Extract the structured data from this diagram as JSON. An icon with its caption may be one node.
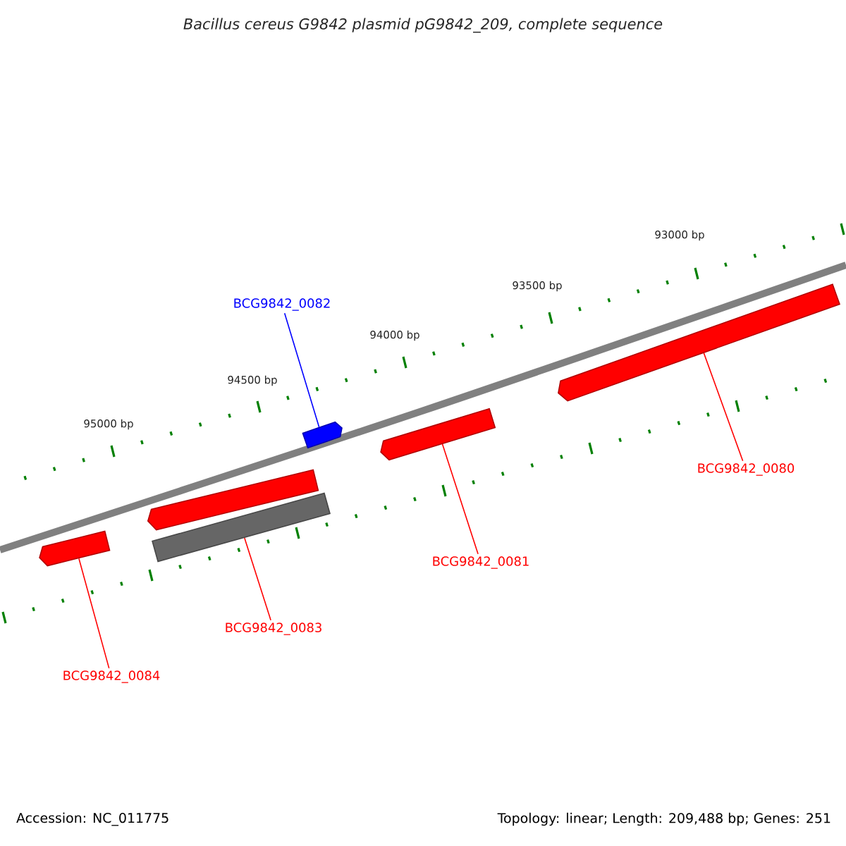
{
  "diagram": {
    "title": "Bacillus cereus G9842 plasmid pG9842_209, complete sequence",
    "nodes": [
      {
        "text": [
          "BCG9842_0082"
        ]
      },
      {
        "text": [],
        "shape": "pentagon"
      },
      {
        "text": [],
        "shape": "pentagon"
      },
      {
        "text": [],
        "shape": "pentagon"
      },
      {
        "text": [],
        "shape": "pentagon"
      },
      {
        "text": [],
        "shape": "bar"
      },
      {
        "text": [],
        "shape": "pentagon"
      },
      {
        "text": [
          "BCG9842_0080"
        ]
      },
      {
        "text": [
          "BCG9842_0081"
        ]
      },
      {
        "text": [
          "BCG9842_0083"
        ]
      },
      {
        "text": [
          "BCG9842_0084"
        ]
      }
    ],
    "edges": [
      {
        "from": 0,
        "to": 1,
        "arrow": "none",
        "color": "#0000ff"
      },
      {
        "from": 7,
        "to": 2,
        "arrow": "none"
      },
      {
        "from": 8,
        "to": 3,
        "arrow": "none"
      },
      {
        "from": 9,
        "to": 5,
        "arrow": "none"
      },
      {
        "from": 10,
        "to": 6,
        "arrow": "none"
      }
    ],
    "labels": [
      "93000 bp",
      "93500 bp",
      "94000 bp",
      "94500 bp",
      "95000 bp",
      "Accession: NC_011775",
      "Topology: linear; Length: 209,488 bp; Genes: 251"
    ]
  }
}
